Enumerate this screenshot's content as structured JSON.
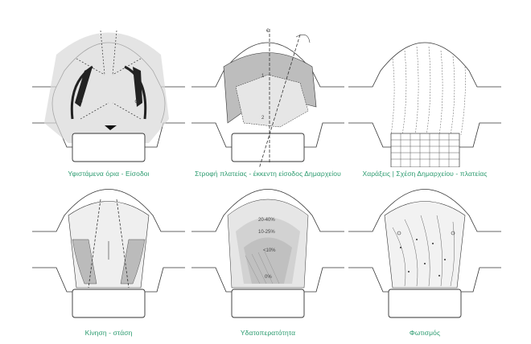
{
  "colors": {
    "caption": "#2a9a6e",
    "line": "#333333",
    "shade": "#cfcfcf",
    "dark": "#9a9a9a"
  },
  "panels": [
    {
      "caption": "Υφιστάμενα όρια - Είσοδοι"
    },
    {
      "caption": "Στροφή πλατείας - έκκεντη είσοδος Δημαρχείου",
      "axis_label": "€",
      "zone1": "1",
      "zone2": "2"
    },
    {
      "caption": "Χαράξεις | Σχέση Δημαρχείου - πλατείας"
    },
    {
      "caption": "Κίνηση - στάση"
    },
    {
      "caption": "Υδατοπερατότητα",
      "levels": [
        "20-40%",
        "10-25%",
        "<10%",
        "0%"
      ]
    },
    {
      "caption": "Φωτισμός"
    }
  ]
}
